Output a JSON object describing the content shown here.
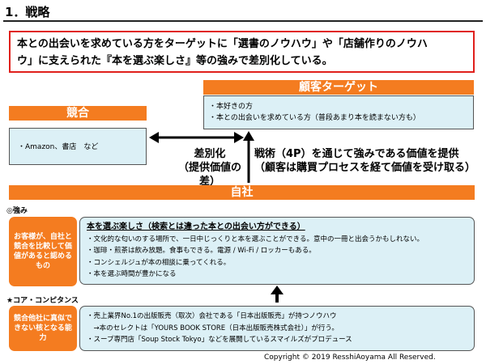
{
  "heading": "1．戦略",
  "summary": {
    "line1": "本との出会いを求めている方をターゲットに「選書のノウハウ」や「店舗作りのノウハ",
    "line2": "ウ」に支えられた『本を選ぶ楽しさ』等の強みで差別化している。"
  },
  "target": {
    "title": "顧客ターゲット",
    "items": [
      "・本好きの方",
      "・本との出会いを求めている方（普段あまり本を読まない方も）"
    ]
  },
  "competition": {
    "title": "競合",
    "text": "・Amazon、書店　など"
  },
  "differentiation": {
    "line1": "差別化",
    "line2": "（提供価値の差）"
  },
  "tactics": {
    "line1": "戦術（4P）を通じて強みである価値を提供",
    "line2": "（顧客は購買プロセスを経て価値を受け取る）"
  },
  "self": {
    "title": "自社"
  },
  "strengths": {
    "label": "◎強み",
    "side": "お客様が、自社と競合を比較して価値があると認めるもの",
    "title": "本を選ぶ楽しさ（検索とは違った本との出会い方ができる）",
    "items": [
      "・文化的な匂いのする場所で、一日中じっくりと本を選ぶことができる。意中の一冊と出会うかもしれない。",
      "・珈琲・煎茶は飲み放題。食事もできる。電源 / Wi-Fi / ロッカーもある。",
      "・コンシェルジュが本の相談に乗ってくれる。",
      "・本を選ぶ時間が豊かになる"
    ]
  },
  "core": {
    "label": "★コア・コンピタンス",
    "side": "競合他社に真似できない核となる能力",
    "items": [
      "・売上業界No.1の出版販売（取次）会社である「日本出版販売」が持つノウハウ",
      "　→本のセレクトは「YOURS BOOK STORE（日本出版販売株式会社）」が行う。",
      "・スープ専門店「Soup Stock Tokyo」などを展開しているスマイルズがプロデュース"
    ]
  },
  "copyright": "Copyright ©  2019 ResshiAoyama All  Reserved."
}
